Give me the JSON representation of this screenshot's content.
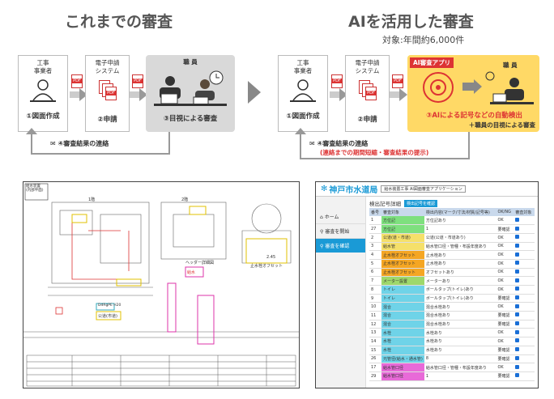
{
  "left_title": "これまでの審査",
  "right_title": "AIを活用した審査",
  "right_subtitle": "対象:年間約6,000件",
  "left": {
    "actor1": "工事\n事業者",
    "actor2": "電子申請\nシステム",
    "actor3": "職 員",
    "step1": "①図面作成",
    "step2": "②申請",
    "step3": "③目視による審査",
    "feedback": "④審査結果の連絡"
  },
  "right": {
    "actor1": "工事\n事業者",
    "actor2": "電子申請\nシステム",
    "app_label": "AI審査アプリ",
    "actor3": "職 員",
    "step1": "①図面作成",
    "step2": "②申請",
    "step3": "③AIによる記号などの自動検出",
    "step3b": "＋職員の目視による審査",
    "feedback": "④審査結果の連絡",
    "feedback_note": "(連絡までの期間短縮・審査結果の提示)"
  },
  "pdf_label": "PDF",
  "app": {
    "logo": "神戸市水道局",
    "header_tag": "給水装置工事 AI図面審査アプリケーション",
    "tab_title": "検出記号詳細",
    "tab_button": "検出記号を確認",
    "nav": [
      "ホーム",
      "審査を開始",
      "審査を確認"
    ],
    "columns": [
      "番号",
      "審査対象",
      "検出内容(マーク/寸法/材質/記号等)",
      "OK/NG",
      "審査対象"
    ],
    "rows": [
      {
        "no": "1",
        "target": "方位記",
        "color": "#7ee07e",
        "detail": "方位記あり",
        "ok": "OK"
      },
      {
        "no": "27",
        "target": "方位記",
        "color": "#7ee07e",
        "detail": "1",
        "ok": "要確認"
      },
      {
        "no": "2",
        "target": "公道(道・市道)",
        "color": "#f5e06a",
        "detail": "公道(公道・市道あり)",
        "ok": "OK"
      },
      {
        "no": "3",
        "target": "給水管",
        "color": "#f5e06a",
        "detail": "給水管口径・管種・布設年度あり",
        "ok": "OK"
      },
      {
        "no": "4",
        "target": "止水栓オフセット",
        "color": "#f5a623",
        "detail": "止水栓あり",
        "ok": "OK"
      },
      {
        "no": "5",
        "target": "止水栓オフセット",
        "color": "#f5a623",
        "detail": "止水栓あり",
        "ok": "OK"
      },
      {
        "no": "6",
        "target": "止水栓オフセット",
        "color": "#f5a623",
        "detail": "オフセットあり",
        "ok": "OK"
      },
      {
        "no": "7",
        "target": "メーター設置",
        "color": "#9ed86b",
        "detail": "メーターあり",
        "ok": "OK"
      },
      {
        "no": "8",
        "target": "トイレ",
        "color": "#6fd3e8",
        "detail": "ボールタップ(トイレ)あり",
        "ok": "OK"
      },
      {
        "no": "9",
        "target": "トイレ",
        "color": "#6fd3e8",
        "detail": "ボールタップ(トイレ)あり",
        "ok": "要確認"
      },
      {
        "no": "10",
        "target": "混合",
        "color": "#6fd3e8",
        "detail": "混合水栓あり",
        "ok": "OK"
      },
      {
        "no": "11",
        "target": "混合",
        "color": "#6fd3e8",
        "detail": "混合水栓あり",
        "ok": "要確認"
      },
      {
        "no": "12",
        "target": "混合",
        "color": "#6fd3e8",
        "detail": "混合水栓あり",
        "ok": "要確認"
      },
      {
        "no": "13",
        "target": "水栓",
        "color": "#6fd3e8",
        "detail": "水栓あり",
        "ok": "OK"
      },
      {
        "no": "14",
        "target": "水栓",
        "color": "#6fd3e8",
        "detail": "水栓あり",
        "ok": "OK"
      },
      {
        "no": "15",
        "target": "水栓",
        "color": "#6fd3e8",
        "detail": "水栓あり",
        "ok": "要確認"
      },
      {
        "no": "26",
        "target": "元管径(給水・通水管)",
        "color": "#6fd3e8",
        "detail": "8",
        "ok": "要確認"
      },
      {
        "no": "17",
        "target": "給水管口径",
        "color": "#e86ad8",
        "detail": "給水管口径・管種・布設年度あり",
        "ok": "OK"
      },
      {
        "no": "29",
        "target": "給水管口径",
        "color": "#e86ad8",
        "detail": "1",
        "ok": "要確認"
      }
    ]
  },
  "drawing": {
    "title": "給水装置\n(内部平面)",
    "floor1": "1階",
    "floor2": "2階",
    "road_label": "公道(市道)",
    "section_label": "ヘッダー詳細図",
    "offset_label": "止水栓オフセット",
    "dim": "2.45",
    "water": "給水",
    "pipe": "DdRgPE H20"
  },
  "colors": {
    "accent": "#ffd966",
    "red": "#d33",
    "blue": "#1a9ad6",
    "gray": "#999"
  }
}
